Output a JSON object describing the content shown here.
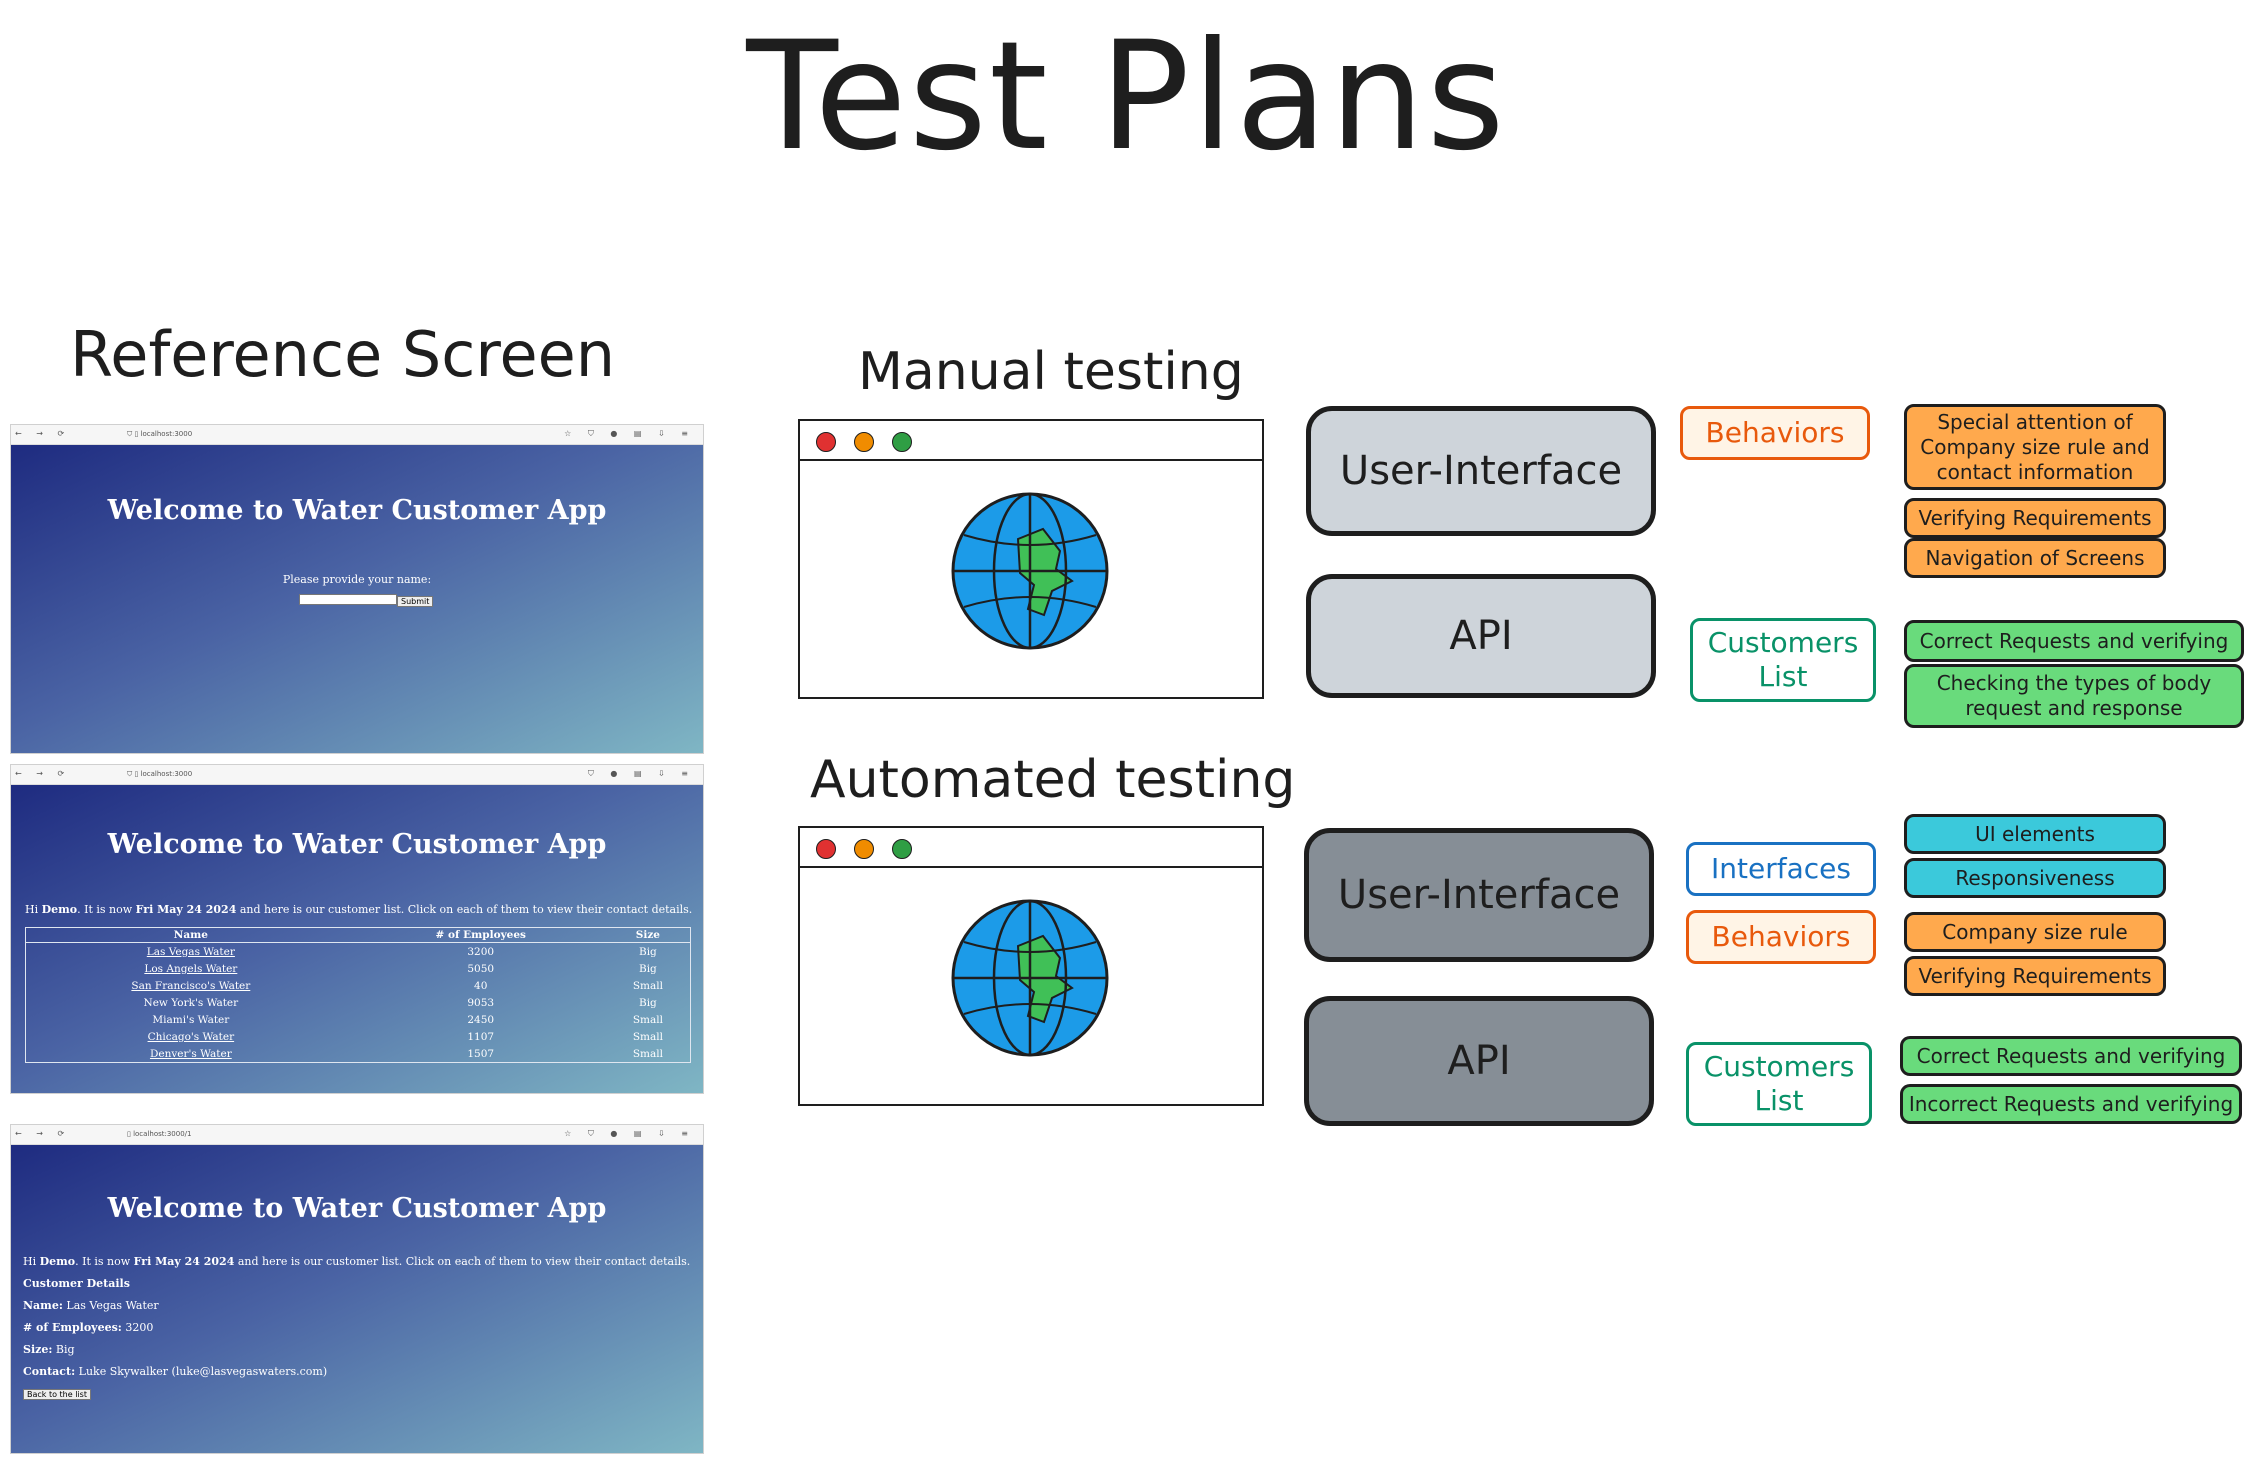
{
  "title": "Test Plans",
  "reference": {
    "heading": "Reference Screen",
    "url1": "localhost:3000",
    "url2": "localhost:3000",
    "url3": "localhost:3000/1",
    "app_title": "Welcome to Water Customer App",
    "screen1": {
      "prompt": "Please provide your name:",
      "submit_label": "Submit"
    },
    "greeting": {
      "hi": "Hi ",
      "name": "Demo",
      "mid": ". It is now ",
      "date": "Fri May 24 2024",
      "rest": " and here is our customer list. Click on each of them to view their contact details."
    },
    "table": {
      "headers": [
        "Name",
        "# of Employees",
        "Size"
      ],
      "rows": [
        [
          "Las Vegas Water",
          "3200",
          "Big"
        ],
        [
          "Los Angels Water",
          "5050",
          "Big"
        ],
        [
          "San Francisco's Water",
          "40",
          "Small"
        ],
        [
          "New York's Water",
          "9053",
          "Big"
        ],
        [
          "Miami's Water",
          "2450",
          "Small"
        ],
        [
          "Chicago's Water",
          "1107",
          "Small"
        ],
        [
          "Denver's Water",
          "1507",
          "Small"
        ]
      ]
    },
    "details": {
      "heading": "Customer Details",
      "name_label": "Name:",
      "name_value": " Las Vegas Water",
      "emp_label": "# of Employees:",
      "emp_value": " 3200",
      "size_label": "Size:",
      "size_value": " Big",
      "contact_label": "Contact:",
      "contact_value": " Luke Skywalker (luke@lasvegaswaters.com)",
      "back_label": "Back to the list"
    }
  },
  "manual": {
    "heading": "Manual testing",
    "ui_box": "User-Interface",
    "api_box": "API",
    "behaviors_tag": "Behaviors",
    "customers_tag_line1": "Customers",
    "customers_tag_line2": "List",
    "behavior_items": [
      "Special attention of Company size rule and contact information",
      "Verifying Requirements",
      "Navigation of Screens"
    ],
    "api_items": [
      "Correct Requests and verifying",
      "Checking the types of body request and response"
    ]
  },
  "automated": {
    "heading": "Automated testing",
    "ui_box": "User-Interface",
    "api_box": "API",
    "interfaces_tag": "Interfaces",
    "behaviors_tag": "Behaviors",
    "customers_tag_line1": "Customers",
    "customers_tag_line2": "List",
    "interface_items": [
      "UI elements",
      "Responsiveness"
    ],
    "behavior_items": [
      "Company size rule",
      "Verifying Requirements"
    ],
    "api_items": [
      "Correct Requests and verifying",
      "Incorrect Requests and verifying"
    ]
  },
  "colors": {
    "orange_stroke": "#e8590c",
    "green_stroke": "#099268",
    "blue_stroke": "#1971c2",
    "orange_fill": "#ffa94d",
    "green_fill": "#69db7c",
    "cyan_fill": "#3bc9db",
    "box_light": "#ced4da",
    "box_dark": "#868e96",
    "dot_red": "#e03131",
    "dot_yellow": "#f08c00",
    "dot_green": "#2f9e44",
    "globe_ocean": "#1c9be8",
    "globe_land": "#40c057"
  },
  "icons": [
    "globe-icon",
    "back-arrow-icon",
    "forward-arrow-icon",
    "reload-icon",
    "shield-icon",
    "page-icon",
    "star-icon",
    "menu-icon"
  ]
}
